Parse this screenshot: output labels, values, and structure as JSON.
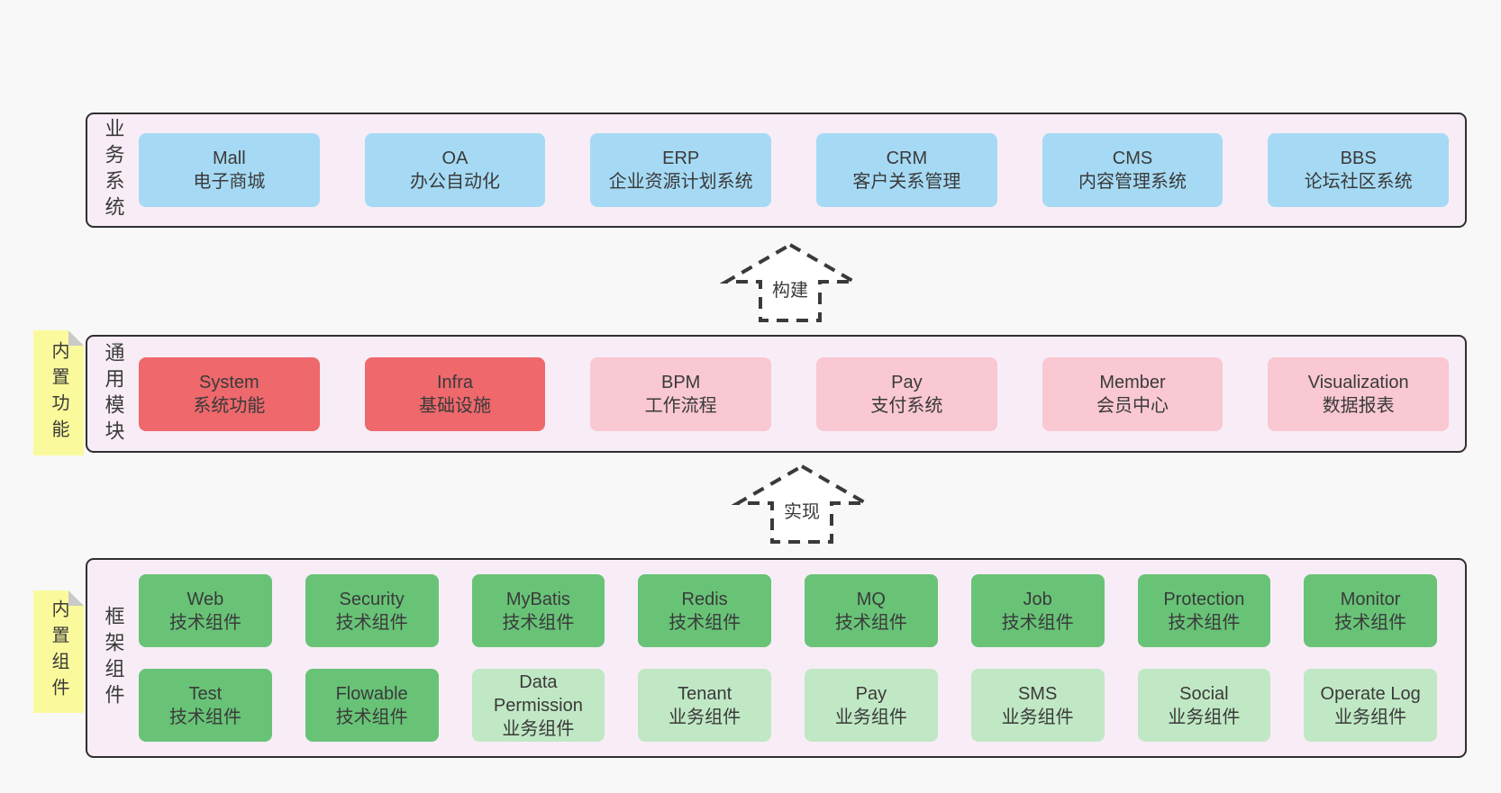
{
  "palette": {
    "page-bg": "#f8f8f8",
    "panel-bg": "#f8edf6",
    "panel-border": "#2f2f2f",
    "box-blue": "#a6daf4",
    "box-red": "#ee686c",
    "box-pink": "#f9c8d2",
    "box-green": "#68c377",
    "box-green-light": "#c0e8c4",
    "note-yellow": "#fafa9c",
    "note-fold": "#c9c9c9",
    "text": "#3a3a3a"
  },
  "sections": {
    "business": {
      "label": "业务系统",
      "boxes": [
        {
          "name": "Mall",
          "subtitle": "电子商城",
          "tone": "blue"
        },
        {
          "name": "OA",
          "subtitle": "办公自动化",
          "tone": "blue"
        },
        {
          "name": "ERP",
          "subtitle": "企业资源计划系统",
          "tone": "blue"
        },
        {
          "name": "CRM",
          "subtitle": "客户关系管理",
          "tone": "blue"
        },
        {
          "name": "CMS",
          "subtitle": "内容管理系统",
          "tone": "blue"
        },
        {
          "name": "BBS",
          "subtitle": "论坛社区系统",
          "tone": "blue"
        }
      ]
    },
    "modules": {
      "label": "通用模块",
      "note": "内置功能",
      "boxes": [
        {
          "name": "System",
          "subtitle": "系统功能",
          "tone": "red"
        },
        {
          "name": "Infra",
          "subtitle": "基础设施",
          "tone": "red"
        },
        {
          "name": "BPM",
          "subtitle": "工作流程",
          "tone": "pink"
        },
        {
          "name": "Pay",
          "subtitle": "支付系统",
          "tone": "pink"
        },
        {
          "name": "Member",
          "subtitle": "会员中心",
          "tone": "pink"
        },
        {
          "name": "Visualization",
          "subtitle": "数据报表",
          "tone": "pink"
        }
      ]
    },
    "components": {
      "label": "框架组件",
      "note": "内置组件",
      "boxes_row1": [
        {
          "name": "Web",
          "subtitle": "技术组件",
          "tone": "green"
        },
        {
          "name": "Security",
          "subtitle": "技术组件",
          "tone": "green"
        },
        {
          "name": "MyBatis",
          "subtitle": "技术组件",
          "tone": "green"
        },
        {
          "name": "Redis",
          "subtitle": "技术组件",
          "tone": "green"
        },
        {
          "name": "MQ",
          "subtitle": "技术组件",
          "tone": "green"
        },
        {
          "name": "Job",
          "subtitle": "技术组件",
          "tone": "green"
        },
        {
          "name": "Protection",
          "subtitle": "技术组件",
          "tone": "green"
        },
        {
          "name": "Monitor",
          "subtitle": "技术组件",
          "tone": "green"
        }
      ],
      "boxes_row2": [
        {
          "name": "Test",
          "subtitle": "技术组件",
          "tone": "green"
        },
        {
          "name": "Flowable",
          "subtitle": "技术组件",
          "tone": "green"
        },
        {
          "name": "Data Permission",
          "subtitle": "业务组件",
          "tone": "green-light"
        },
        {
          "name": "Tenant",
          "subtitle": "业务组件",
          "tone": "green-light"
        },
        {
          "name": "Pay",
          "subtitle": "业务组件",
          "tone": "green-light"
        },
        {
          "name": "SMS",
          "subtitle": "业务组件",
          "tone": "green-light"
        },
        {
          "name": "Social",
          "subtitle": "业务组件",
          "tone": "green-light"
        },
        {
          "name": "Operate Log",
          "subtitle": "业务组件",
          "tone": "green-light"
        }
      ]
    }
  },
  "arrows": [
    {
      "label": "构建"
    },
    {
      "label": "实现"
    }
  ]
}
